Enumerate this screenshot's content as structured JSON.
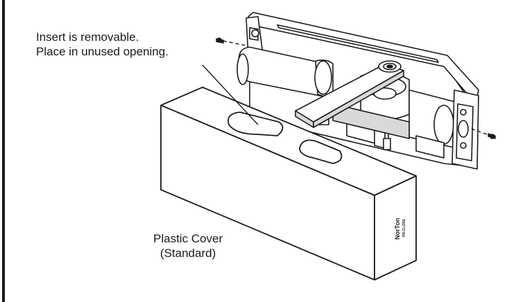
{
  "annotations": {
    "insert_note_line1": "Insert is removable.",
    "insert_note_line2": "Place in unused opening.",
    "cover_label_line1": "Plastic Cover",
    "cover_label_line2": "(Standard)"
  },
  "cover_logo": {
    "brand": "NorTon",
    "model": "PR-CLOSE"
  },
  "colors": {
    "ink": "#1a1a1a",
    "background": "#ffffff",
    "shade": "#d9d9d9"
  }
}
